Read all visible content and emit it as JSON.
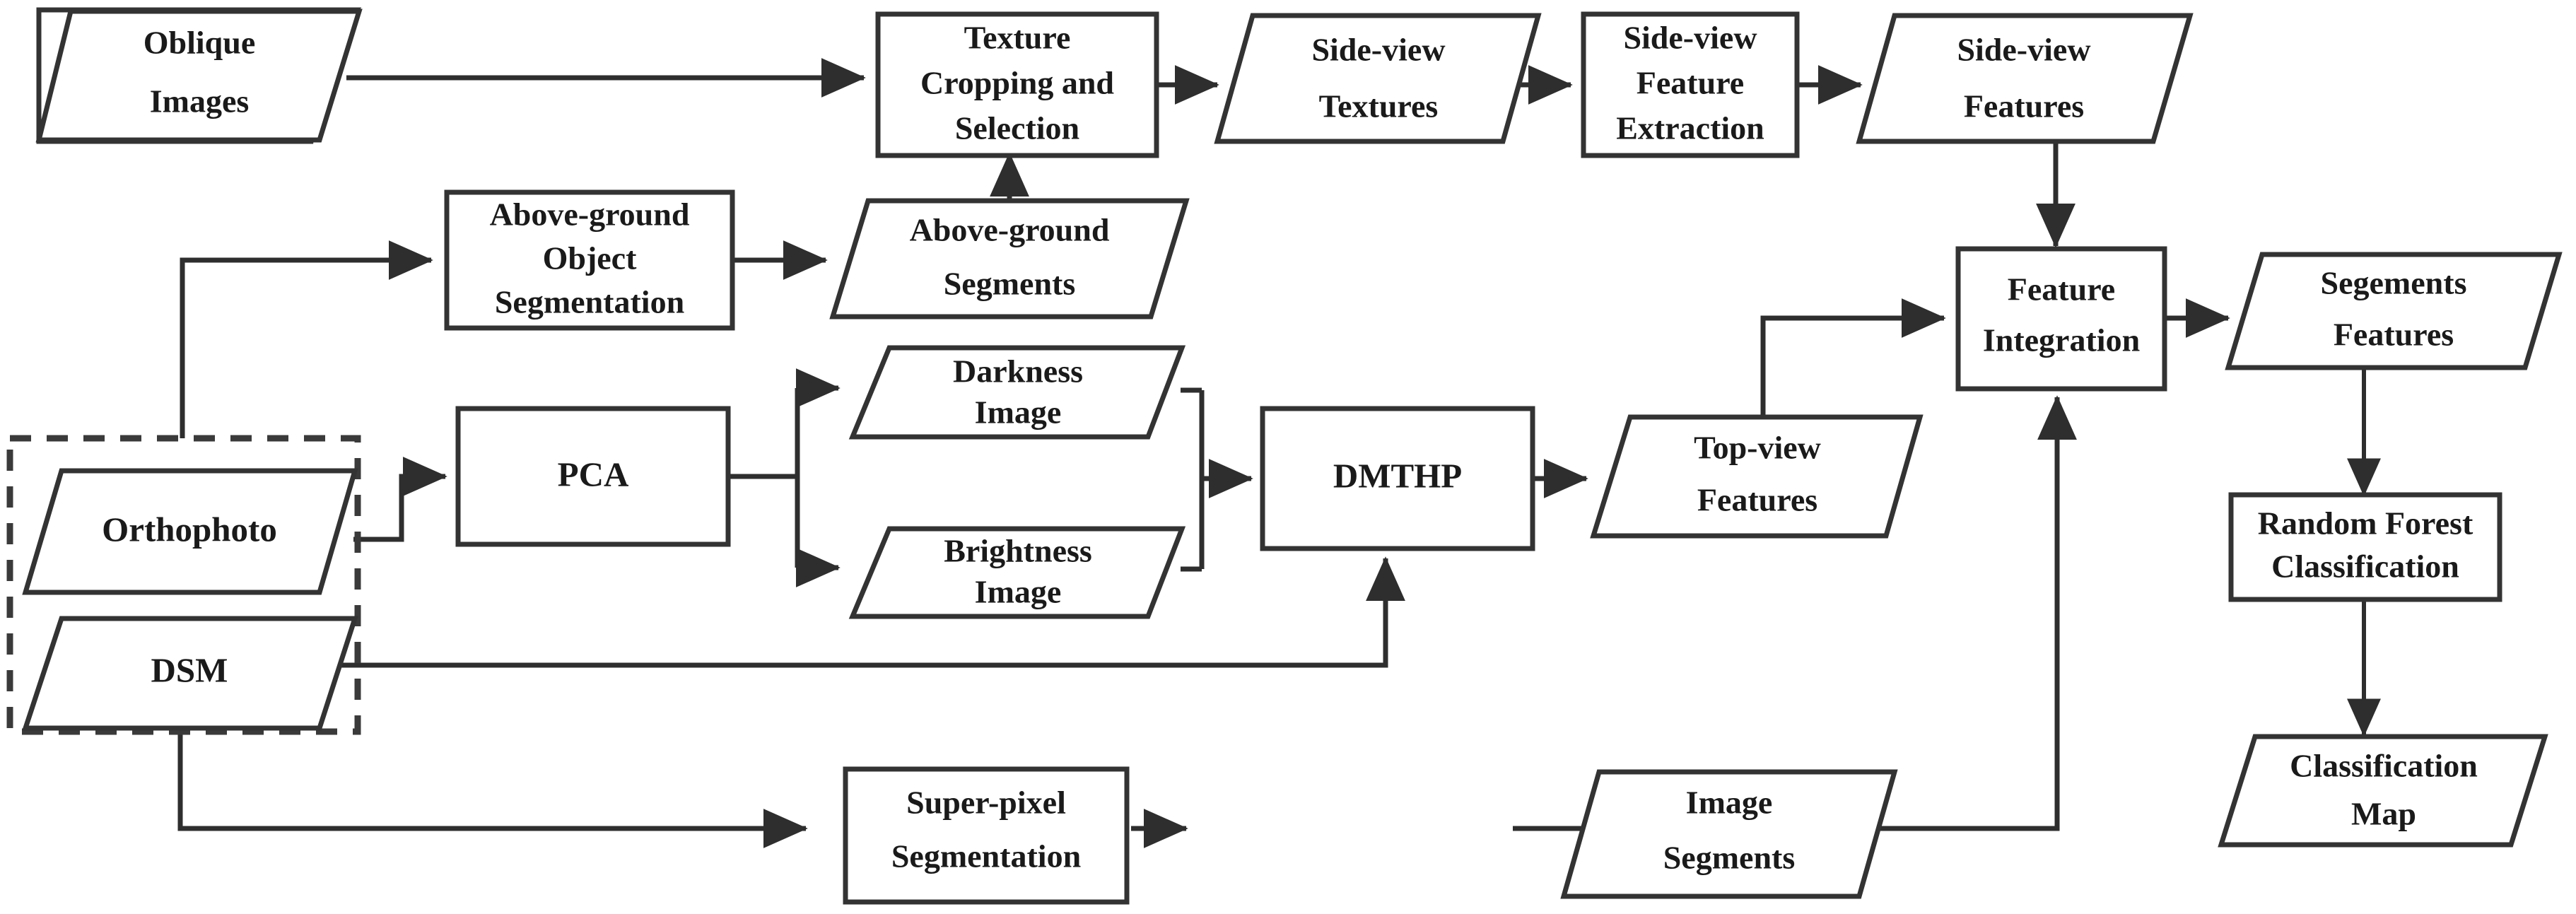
{
  "diagram": {
    "title": "Remote sensing classification workflow flowchart",
    "colors": {
      "background": "#ffffff",
      "stroke": "#333333",
      "text": "#1a1a1a",
      "group_dashed": "#3a3a3a"
    },
    "group": {
      "name": "input-data-group",
      "style": "dashed",
      "members": [
        "orthophoto",
        "dsm"
      ]
    },
    "nodes": [
      {
        "id": "oblique-images",
        "shape": "parallelogram",
        "lines": [
          "Oblique",
          "Images"
        ]
      },
      {
        "id": "texture-cropping",
        "shape": "rectangle",
        "lines": [
          "Texture",
          "Cropping and",
          "Selection"
        ]
      },
      {
        "id": "side-view-textures",
        "shape": "parallelogram",
        "lines": [
          "Side-view",
          "Textures"
        ]
      },
      {
        "id": "side-view-extraction",
        "shape": "rectangle",
        "lines": [
          "Side-view",
          "Feature",
          "Extraction"
        ]
      },
      {
        "id": "side-view-features",
        "shape": "parallelogram",
        "lines": [
          "Side-view",
          "Features"
        ]
      },
      {
        "id": "aboveground-seg",
        "shape": "rectangle",
        "lines": [
          "Above-ground",
          "Object",
          "Segmentation"
        ]
      },
      {
        "id": "aboveground-segments",
        "shape": "parallelogram",
        "lines": [
          "Above-ground",
          "Segments"
        ]
      },
      {
        "id": "orthophoto",
        "shape": "parallelogram",
        "lines": [
          "Orthophoto"
        ]
      },
      {
        "id": "dsm",
        "shape": "parallelogram",
        "lines": [
          "DSM"
        ]
      },
      {
        "id": "pca",
        "shape": "rectangle",
        "lines": [
          "PCA"
        ]
      },
      {
        "id": "darkness-image",
        "shape": "parallelogram",
        "lines": [
          "Darkness",
          "Image"
        ]
      },
      {
        "id": "brightness-image",
        "shape": "parallelogram",
        "lines": [
          "Brightness",
          "Image"
        ]
      },
      {
        "id": "dmthp",
        "shape": "rectangle",
        "lines": [
          "DMTHP"
        ]
      },
      {
        "id": "top-view-features",
        "shape": "parallelogram",
        "lines": [
          "Top-view",
          "Features"
        ]
      },
      {
        "id": "feature-integration",
        "shape": "rectangle",
        "lines": [
          "Feature",
          "Integration"
        ]
      },
      {
        "id": "segments-features",
        "shape": "parallelogram",
        "lines": [
          "Segements",
          "Features"
        ]
      },
      {
        "id": "random-forest",
        "shape": "rectangle",
        "lines": [
          "Random Forest",
          "Classification"
        ]
      },
      {
        "id": "classification-map",
        "shape": "parallelogram",
        "lines": [
          "Classification",
          "Map"
        ]
      },
      {
        "id": "superpixel-seg",
        "shape": "rectangle",
        "lines": [
          "Super-pixel",
          "Segmentation"
        ]
      },
      {
        "id": "image-segments",
        "shape": "parallelogram",
        "lines": [
          "Image",
          "Segments"
        ]
      }
    ],
    "edges": [
      {
        "from": "oblique-images",
        "to": "texture-cropping",
        "arrow": true
      },
      {
        "from": "texture-cropping",
        "to": "side-view-textures",
        "arrow": true
      },
      {
        "from": "side-view-textures",
        "to": "side-view-extraction",
        "arrow": true
      },
      {
        "from": "side-view-extraction",
        "to": "side-view-features",
        "arrow": true
      },
      {
        "from": "side-view-features",
        "to": "feature-integration",
        "arrow": true
      },
      {
        "from": "input-data-group",
        "to": "aboveground-seg",
        "arrow": true
      },
      {
        "from": "aboveground-seg",
        "to": "aboveground-segments",
        "arrow": true
      },
      {
        "from": "aboveground-segments",
        "to": "texture-cropping",
        "arrow": true
      },
      {
        "from": "orthophoto",
        "to": "pca",
        "arrow": true
      },
      {
        "from": "pca",
        "to": "darkness-image",
        "arrow": true
      },
      {
        "from": "pca",
        "to": "brightness-image",
        "arrow": true
      },
      {
        "from": "darkness-image",
        "to": "dmthp",
        "arrow": true
      },
      {
        "from": "brightness-image",
        "to": "dmthp",
        "arrow": true
      },
      {
        "from": "dsm",
        "to": "dmthp",
        "arrow": true
      },
      {
        "from": "dmthp",
        "to": "top-view-features",
        "arrow": true
      },
      {
        "from": "top-view-features",
        "to": "feature-integration",
        "arrow": true
      },
      {
        "from": "input-data-group",
        "to": "superpixel-seg",
        "arrow": true
      },
      {
        "from": "superpixel-seg",
        "to": "image-segments",
        "arrow": true
      },
      {
        "from": "image-segments",
        "to": "feature-integration",
        "arrow": true
      },
      {
        "from": "feature-integration",
        "to": "segments-features",
        "arrow": true
      },
      {
        "from": "segments-features",
        "to": "random-forest",
        "arrow": true
      },
      {
        "from": "random-forest",
        "to": "classification-map",
        "arrow": true
      }
    ],
    "labels": {
      "oblique_images_l1": "Oblique",
      "oblique_images_l2": "Images",
      "texture_cropping_l1": "Texture",
      "texture_cropping_l2": "Cropping and",
      "texture_cropping_l3": "Selection",
      "side_view_textures_l1": "Side-view",
      "side_view_textures_l2": "Textures",
      "side_view_extraction_l1": "Side-view",
      "side_view_extraction_l2": "Feature",
      "side_view_extraction_l3": "Extraction",
      "side_view_features_l1": "Side-view",
      "side_view_features_l2": "Features",
      "aboveground_seg_l1": "Above-ground",
      "aboveground_seg_l2": "Object",
      "aboveground_seg_l3": "Segmentation",
      "aboveground_segments_l1": "Above-ground",
      "aboveground_segments_l2": "Segments",
      "orthophoto_l1": "Orthophoto",
      "dsm_l1": "DSM",
      "pca_l1": "PCA",
      "darkness_image_l1": "Darkness",
      "darkness_image_l2": "Image",
      "brightness_image_l1": "Brightness",
      "brightness_image_l2": "Image",
      "dmthp_l1": "DMTHP",
      "top_view_features_l1": "Top-view",
      "top_view_features_l2": "Features",
      "feature_integration_l1": "Feature",
      "feature_integration_l2": "Integration",
      "segments_features_l1": "Segements",
      "segments_features_l2": "Features",
      "random_forest_l1": "Random Forest",
      "random_forest_l2": "Classification",
      "classification_map_l1": "Classification",
      "classification_map_l2": "Map",
      "superpixel_seg_l1": "Super-pixel",
      "superpixel_seg_l2": "Segmentation",
      "image_segments_l1": "Image",
      "image_segments_l2": "Segments"
    }
  }
}
